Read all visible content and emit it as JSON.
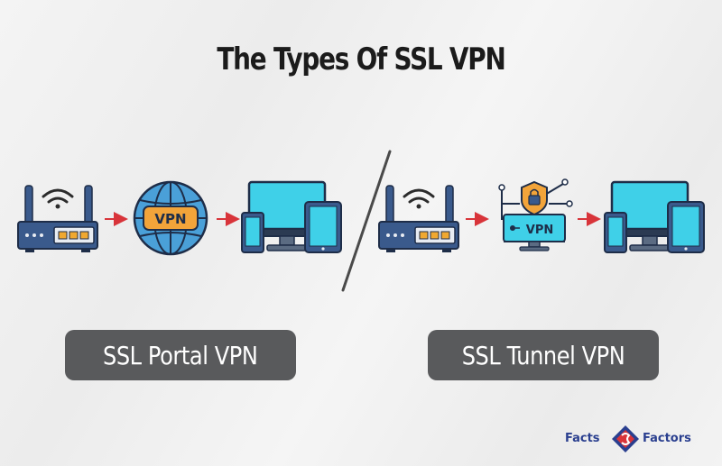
{
  "title": "The Types Of SSL VPN",
  "left": {
    "label": "SSL Portal VPN",
    "vpn_badge": "VPN"
  },
  "right": {
    "label": "SSL Tunnel VPN",
    "vpn_badge": "VPN"
  },
  "brand": {
    "word1": "Facts",
    "word2": "Factors",
    "colors": {
      "blue": "#2a3f8f",
      "red": "#d8343a"
    }
  },
  "colors": {
    "icon_blue": "#3a5a8c",
    "screen_cyan": "#3fd0e8",
    "globe_blue": "#4aa0d8",
    "badge_orange": "#f2a43a",
    "arrow_red": "#d8343a",
    "router_lights": "#f0a830",
    "pill_bg": "#595a5c"
  }
}
